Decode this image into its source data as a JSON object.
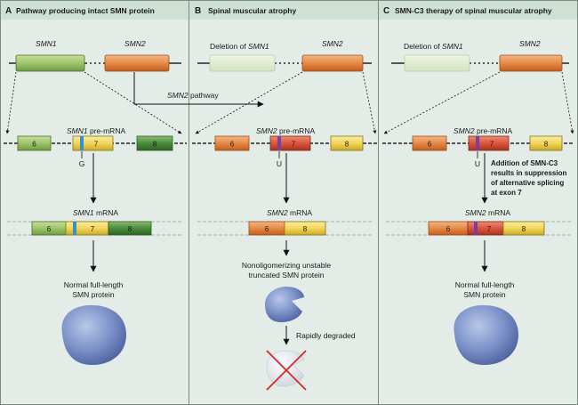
{
  "colors": {
    "panel_bg": "#e3ece6",
    "title_bar": "#cfe1d5",
    "green_light": "#9dc46a",
    "green_dark": "#4a8a3c",
    "orange": "#e58a45",
    "yellow": "#f1d65a",
    "red_exon": "#d9563e",
    "blue_marker": "#3a8fc8",
    "purple_marker": "#7a3f9a",
    "protein": "#7d93c9",
    "cross": "#d8262b"
  },
  "panels": [
    {
      "letter": "A",
      "title": "Pathway producing intact SMN protein",
      "gene1": "SMN1",
      "gene2": "SMN2",
      "premrna_gene": "SMN1",
      "premrna_suffix": " pre-mRNA",
      "exons_pre": [
        "6",
        "7",
        "8"
      ],
      "nucleotide": "G",
      "mrna_gene": "SMN1",
      "mrna_suffix": " mRNA",
      "exons_mrna": [
        "6",
        "7",
        "8"
      ],
      "outcome_line1": "Normal full-length",
      "outcome_line2": "SMN protein"
    },
    {
      "letter": "B",
      "title": "Spinal muscular atrophy",
      "gene1_prefix": "Deletion of ",
      "gene1": "SMN1",
      "gene2": "SMN2",
      "premrna_gene": "SMN2",
      "premrna_suffix": " pre-mRNA",
      "exons_pre": [
        "6",
        "7",
        "8"
      ],
      "nucleotide": "U",
      "mrna_gene": "SMN2",
      "mrna_suffix": " mRNA",
      "exons_mrna": [
        "6",
        "8"
      ],
      "outcome_line1": "Nonoligomerizing unstable",
      "outcome_line2": "truncated SMN protein",
      "degraded_label": "Rapidly degraded"
    },
    {
      "letter": "C",
      "title": "SMN-C3 therapy of spinal muscular atrophy",
      "gene1_prefix": "Deletion of ",
      "gene1": "SMN1",
      "gene2": "SMN2",
      "premrna_gene": "SMN2",
      "premrna_suffix": " pre-mRNA",
      "exons_pre": [
        "6",
        "7",
        "8"
      ],
      "nucleotide": "U",
      "therapy_line1": "Addition of SMN-C3",
      "therapy_line2": "results in suppression",
      "therapy_line3": "of alternative splicing",
      "therapy_line4": "at exon 7",
      "mrna_gene": "SMN2",
      "mrna_suffix": " mRNA",
      "exons_mrna": [
        "6",
        "7",
        "8"
      ],
      "outcome_line1": "Normal full-length",
      "outcome_line2": "SMN protein"
    }
  ],
  "pathway_label_gene": "SMN2",
  "pathway_label_suffix": " pathway"
}
